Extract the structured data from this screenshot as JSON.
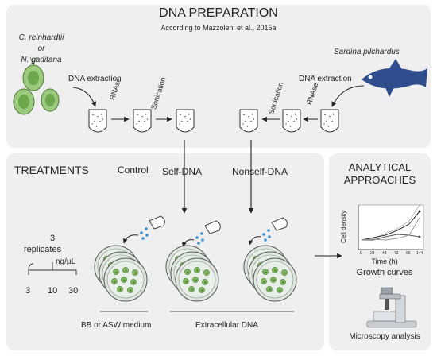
{
  "header": {
    "title": "DNA PREPARATION",
    "subtitle": "According to Mazzoleni et al., 2015a"
  },
  "algae": {
    "line1": "C. reinhardtii",
    "line2": "or",
    "line3": "N. gaditana"
  },
  "fish": {
    "name": "Sardina pilchardus"
  },
  "prep_steps": {
    "left_extraction": "DNA extraction",
    "left_rnase": "RNAse",
    "left_sonication": "Sonication",
    "right_extraction": "DNA extraction",
    "right_rnase": "RNAse",
    "right_sonication": "Sonication"
  },
  "treatments": {
    "title": "TREATMENTS",
    "control": "Control",
    "self": "Self-DNA",
    "nonself": "Nonself-DNA",
    "replicates": "3",
    "replicates_label": "replicates",
    "unit": "ng/µL",
    "conc": [
      "3",
      "10",
      "30"
    ],
    "medium": "BB or ASW medium",
    "extracellular": "Extracellular DNA"
  },
  "analytical": {
    "title_line1": "ANALYTICAL",
    "title_line2": "APPROACHES",
    "ylabel": "Cell density",
    "xlabel": "Time (h)",
    "xticks": [
      "0",
      "24",
      "48",
      "72",
      "96",
      "144"
    ],
    "growth": "Growth curves",
    "microscopy": "Microscopy analysis"
  },
  "colors": {
    "panel": "#efefef",
    "algae_green": "#7fb85e",
    "fish_blue": "#2f4c8c",
    "drop_blue": "#3a8fd0"
  }
}
